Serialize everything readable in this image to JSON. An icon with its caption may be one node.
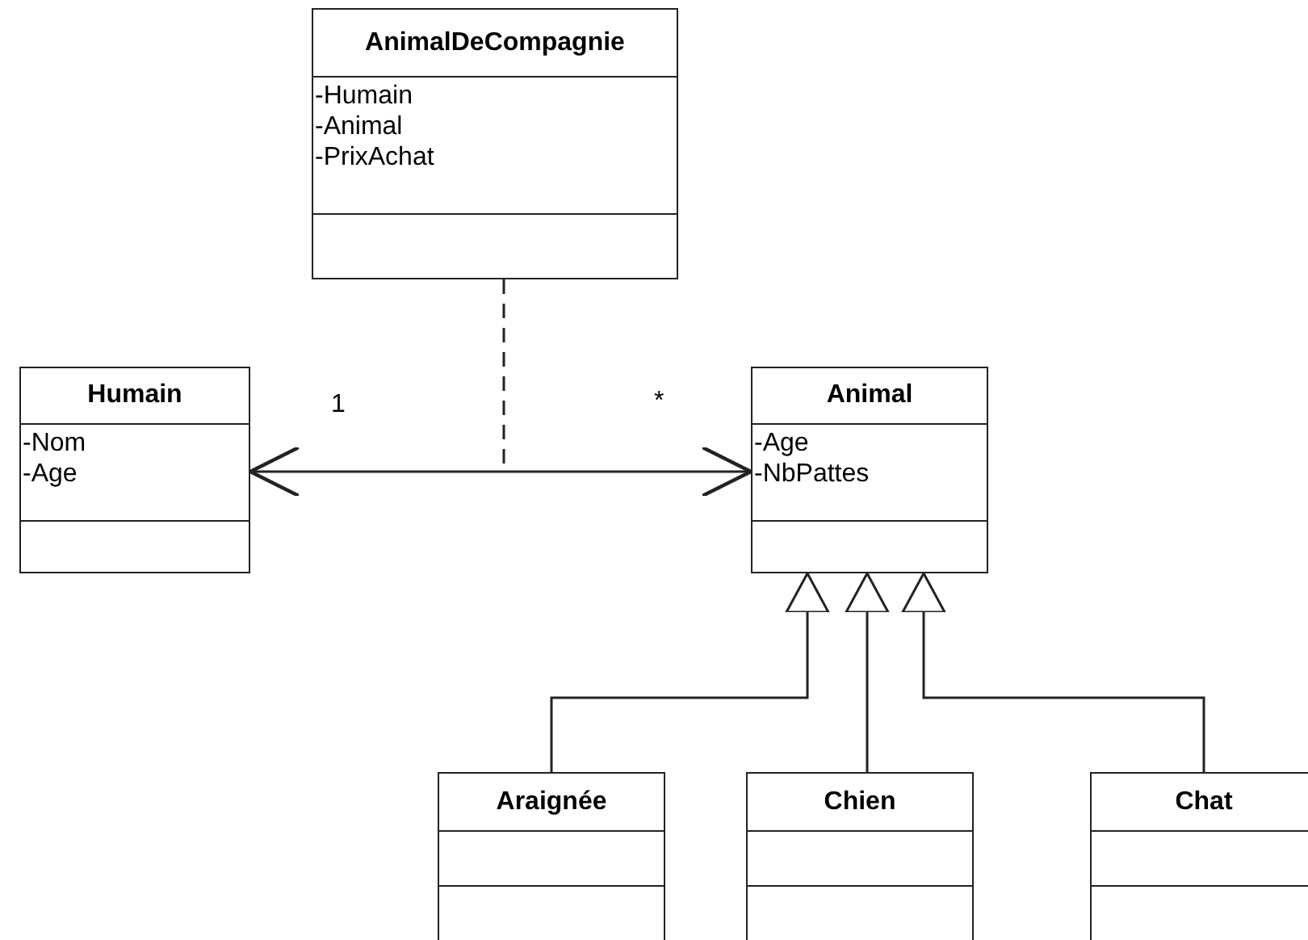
{
  "diagram": {
    "nodes": [
      {
        "text": [
          "AnimalDeCompagnie",
          "-Humain",
          "-Animal",
          "-PrixAchat"
        ]
      },
      {
        "text": [
          "Humain",
          "-Nom",
          "-Age"
        ]
      },
      {
        "text": [
          "Animal",
          "-Age",
          "-NbPattes"
        ]
      },
      {
        "text": [
          "Araignée"
        ]
      },
      {
        "text": [
          "Chien"
        ]
      },
      {
        "text": [
          "Chat"
        ]
      }
    ],
    "edges": [
      {
        "from": 1,
        "to": 2,
        "arrow": "both"
      },
      {
        "from": 0,
        "to": null,
        "arrow": "none",
        "style": "dashed"
      },
      {
        "from": 3,
        "to": 2,
        "arrow": "to"
      },
      {
        "from": 4,
        "to": 2,
        "arrow": "to"
      },
      {
        "from": 5,
        "to": 2,
        "arrow": "to"
      }
    ],
    "labels": [
      "1",
      "*"
    ]
  }
}
